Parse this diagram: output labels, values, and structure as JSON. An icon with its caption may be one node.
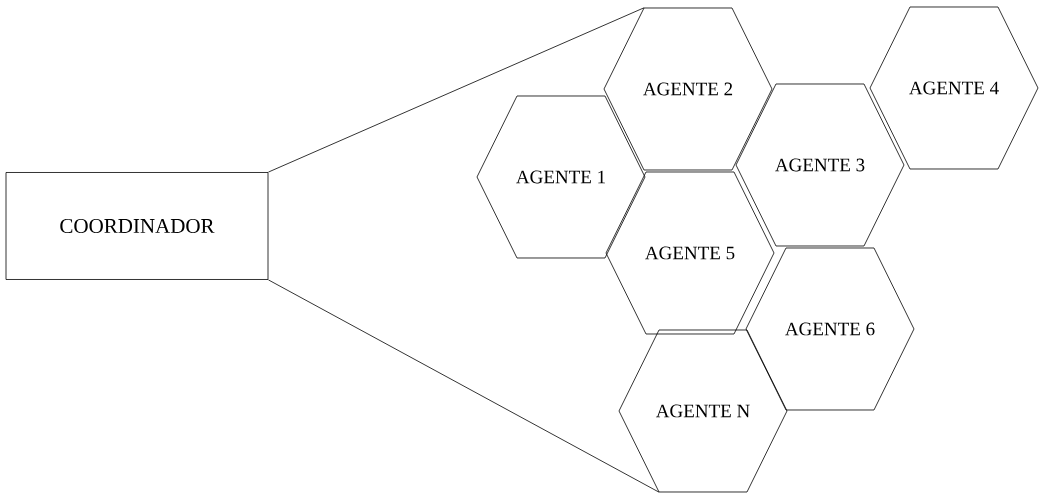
{
  "diagram": {
    "nodes": [
      {
        "text": [
          "COORDINADOR"
        ]
      },
      {
        "text": [
          "AGENTE 1"
        ]
      },
      {
        "text": [
          "AGENTE 2"
        ]
      },
      {
        "text": [
          "AGENTE 3"
        ]
      },
      {
        "text": [
          "AGENTE 4"
        ]
      },
      {
        "text": [
          "AGENTE 5"
        ]
      },
      {
        "text": [
          "AGENTE 6"
        ]
      },
      {
        "text": [
          "AGENTE N"
        ]
      }
    ],
    "edges": [
      {
        "from": 0,
        "to": 2,
        "arrow": "none"
      },
      {
        "from": 0,
        "to": 7,
        "arrow": "none"
      }
    ]
  }
}
